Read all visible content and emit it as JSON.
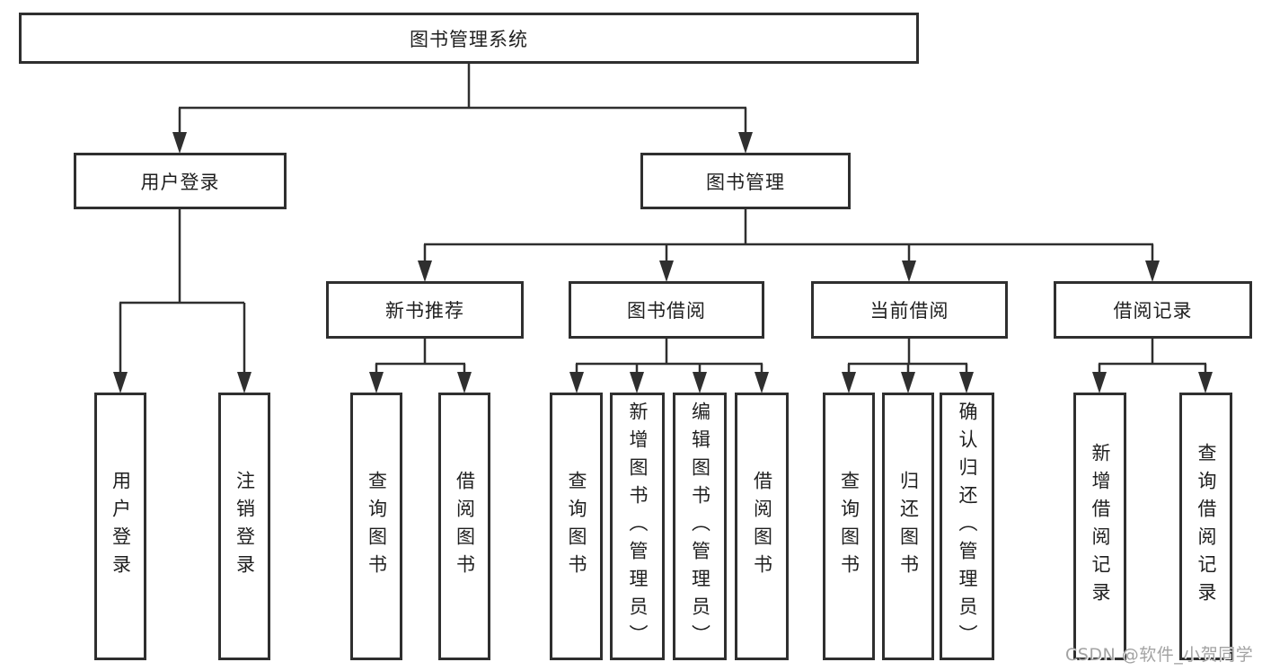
{
  "diagram": {
    "title_node": "图书管理系统",
    "level2": {
      "user_login": "用户登录",
      "book_management": "图书管理"
    },
    "level3": {
      "new_book": "新书推荐",
      "borrow": "图书借阅",
      "current": "当前借阅",
      "records": "借阅记录"
    },
    "leaves": {
      "user_login": [
        "用户登录",
        "注销登录"
      ],
      "new_book": [
        "查询图书",
        "借阅图书"
      ],
      "borrow": [
        "查询图书",
        "新增图书（管理员）",
        "编辑图书（管理员）",
        "借阅图书"
      ],
      "current": [
        "查询图书",
        "归还图书",
        "确认归还（管理员）"
      ],
      "records": [
        "新增借阅记录",
        "查询借阅记录"
      ]
    }
  },
  "watermark": "CSDN @软件_小贺同学",
  "colors": {
    "line": "#2f2f2f",
    "text": "#1f1f1f",
    "watermark": "#a3a3a3",
    "background": "#ffffff"
  }
}
